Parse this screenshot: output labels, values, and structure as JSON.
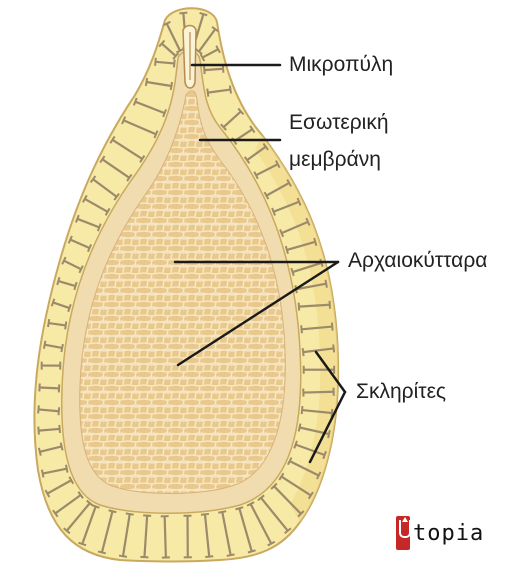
{
  "labels": {
    "micropyle": "Μικροπύλη",
    "inner_membrane_line1": "Εσωτερική",
    "inner_membrane_line2": "μεμβράνη",
    "archeocytes": "Αρχαιοκύτταρα",
    "sclerites": "Σκληρίτες"
  },
  "logo": {
    "initial": "U",
    "text": "topia",
    "accent_color": "#c62828"
  },
  "colors": {
    "outer_layer": "#f7eaa6",
    "outer_edge": "#c9a95e",
    "inner_membrane": "#f1dcb0",
    "cell_mass": "#e8c88c",
    "cell_walls": "#f6e6c2",
    "leader_lines": "#1a1a1a"
  }
}
